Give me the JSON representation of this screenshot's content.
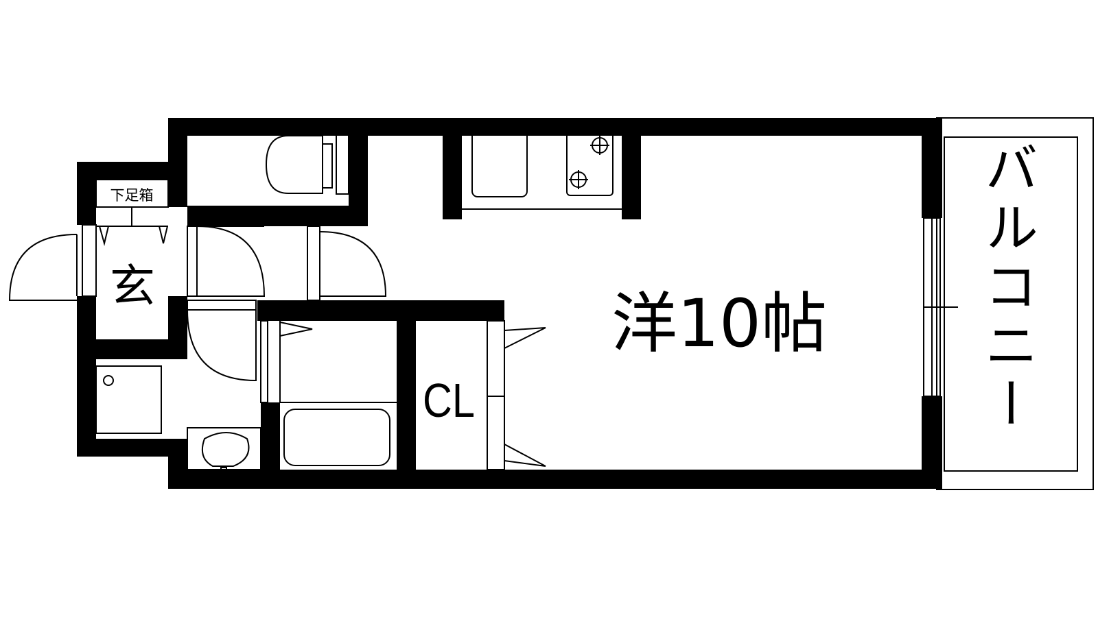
{
  "floor_plan": {
    "rooms": {
      "western_room": {
        "label": "洋10帖"
      },
      "closet": {
        "label": "CL"
      },
      "entrance": {
        "label": "玄"
      },
      "balcony": {
        "label": "バルコニー"
      },
      "shoe_box": {
        "label": "下足箱"
      }
    },
    "colors": {
      "wall": "#000000",
      "line": "#000000",
      "background": "#ffffff"
    },
    "icons": [
      "toilet-icon",
      "sink-icon",
      "stove-icon",
      "bathtub-icon",
      "washbasin-icon",
      "washer-pan-icon"
    ]
  }
}
